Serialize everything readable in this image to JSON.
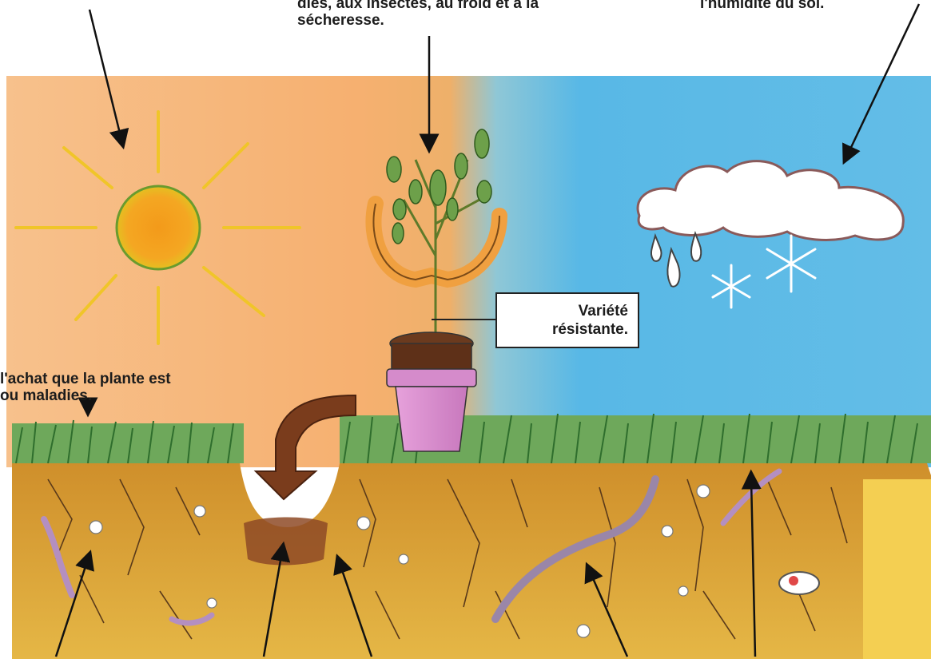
{
  "captions": {
    "top_center": [
      "dies, aux insectes, au froid et à la",
      "sécheresse."
    ],
    "top_right": [
      "l'humidité du sol."
    ],
    "left": [
      "l'achat que la plante est",
      "ou maladies."
    ]
  },
  "label_box": [
    "Variété",
    "résistante."
  ],
  "colors": {
    "sky_warm": "#f6b879",
    "sky_blue": "#58b8e6",
    "sun": "#f3a21a",
    "sun_rays": "#f2c531",
    "grass": "#4e9a45",
    "soil": "#d8a53a",
    "pot": "#d98fcf",
    "arrow_brown": "#7a3c1c"
  },
  "icons": [
    "sun-icon",
    "cloud-icon",
    "raindrop-icon",
    "snowflake-icon",
    "plant-icon",
    "pot-icon",
    "worm-icon",
    "insect-icon"
  ]
}
